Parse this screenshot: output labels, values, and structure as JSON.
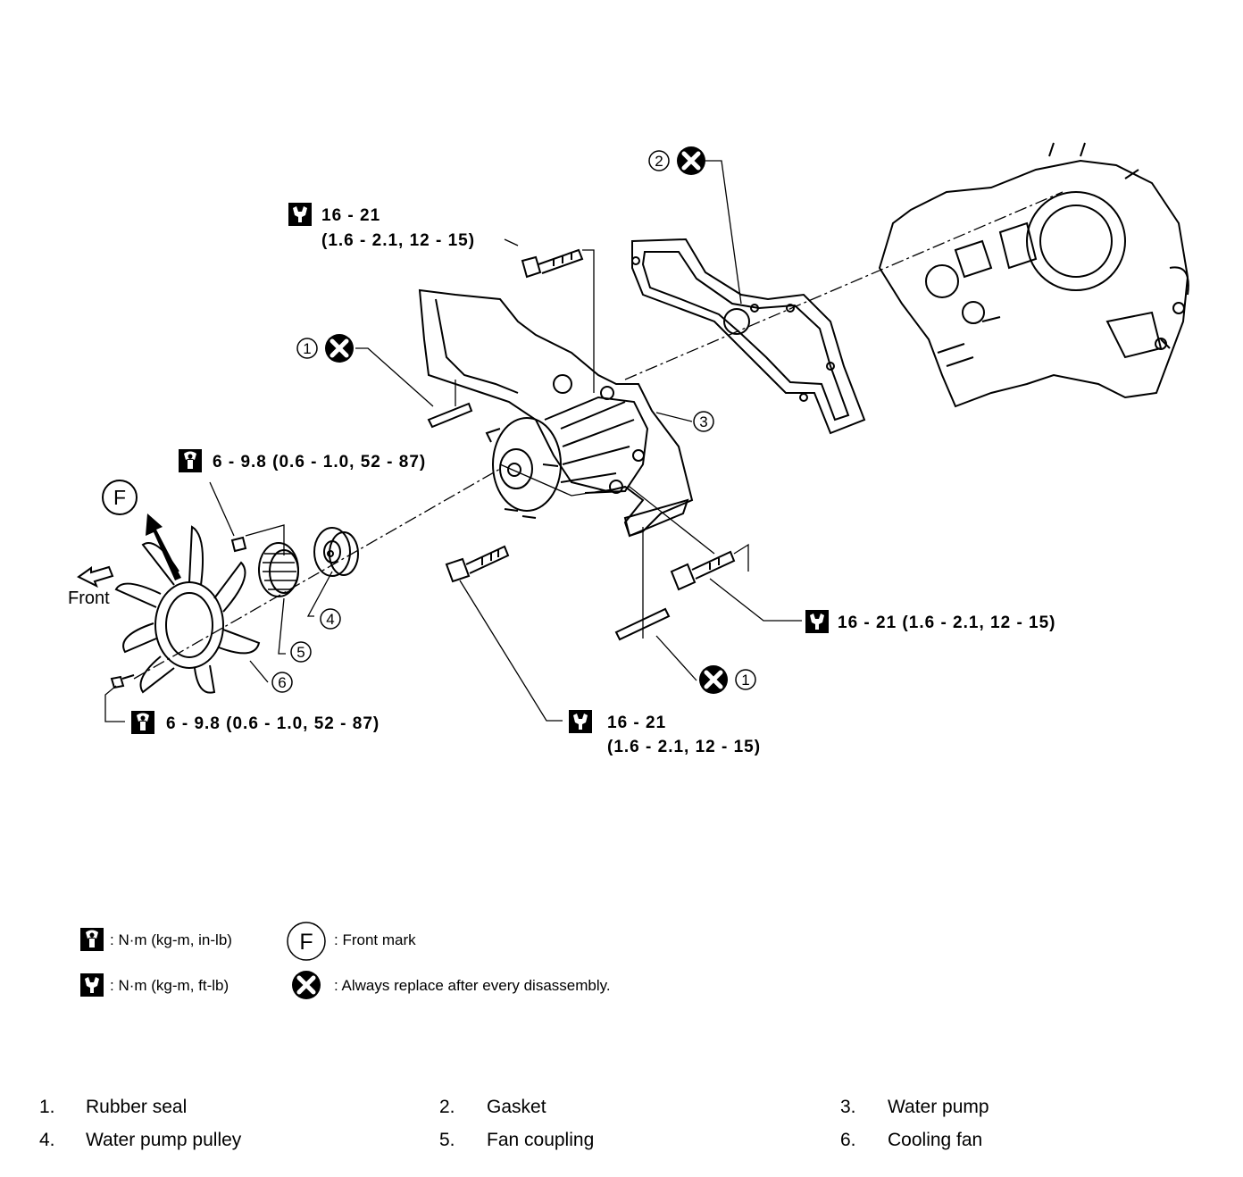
{
  "torque": {
    "top_bolt_line1": "16 - 21",
    "top_bolt_line2": "(1.6 - 2.1, 12 - 15)",
    "nut": "6 - 9.8 (0.6 - 1.0, 52 - 87)",
    "fan_bolt": "6 - 9.8 (0.6 - 1.0, 52 - 87)",
    "right_bolt": "16 - 21 (1.6 - 2.1, 12 - 15)",
    "lower_bolt_line1": "16 - 21",
    "lower_bolt_line2": "(1.6 - 2.1, 12 - 15)"
  },
  "callouts": {
    "c1": "1",
    "c2": "2",
    "c3": "3",
    "c4": "4",
    "c5": "5",
    "c6": "6",
    "front_mark_letter": "F",
    "front_label": "Front"
  },
  "legend": {
    "in_lb": ": N·m (kg-m, in-lb)",
    "ft_lb": ": N·m (kg-m, ft-lb)",
    "front_mark": ": Front mark",
    "replace": ": Always replace after every disassembly."
  },
  "parts": [
    {
      "num": "1.",
      "name": "Rubber seal"
    },
    {
      "num": "2.",
      "name": "Gasket"
    },
    {
      "num": "3.",
      "name": "Water pump"
    },
    {
      "num": "4.",
      "name": "Water pump pulley"
    },
    {
      "num": "5.",
      "name": "Fan coupling"
    },
    {
      "num": "6.",
      "name": "Cooling fan"
    }
  ],
  "icons": [
    "torque-wrench-icon",
    "replace-x-icon",
    "front-mark-icon",
    "front-arrow-icon"
  ]
}
